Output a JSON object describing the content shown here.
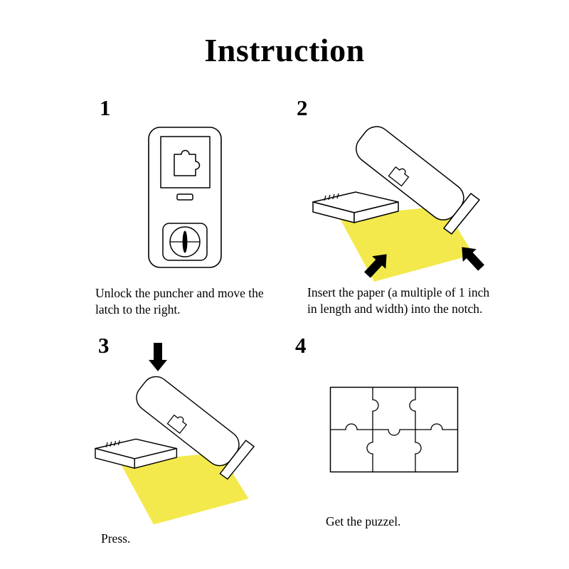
{
  "page": {
    "title": "Instruction"
  },
  "colors": {
    "paper_yellow": "#f3e94d",
    "ink": "#000000"
  },
  "steps": [
    {
      "number": "1",
      "caption": [
        "Unlock the puncher and move the",
        "latch to the right."
      ]
    },
    {
      "number": "2",
      "caption": [
        "Insert the paper (a multiple of 1 inch",
        "in length and width) into the notch."
      ]
    },
    {
      "number": "3",
      "caption": [
        "Press."
      ]
    },
    {
      "number": "4",
      "caption": [
        "Get the puzzel."
      ]
    }
  ]
}
